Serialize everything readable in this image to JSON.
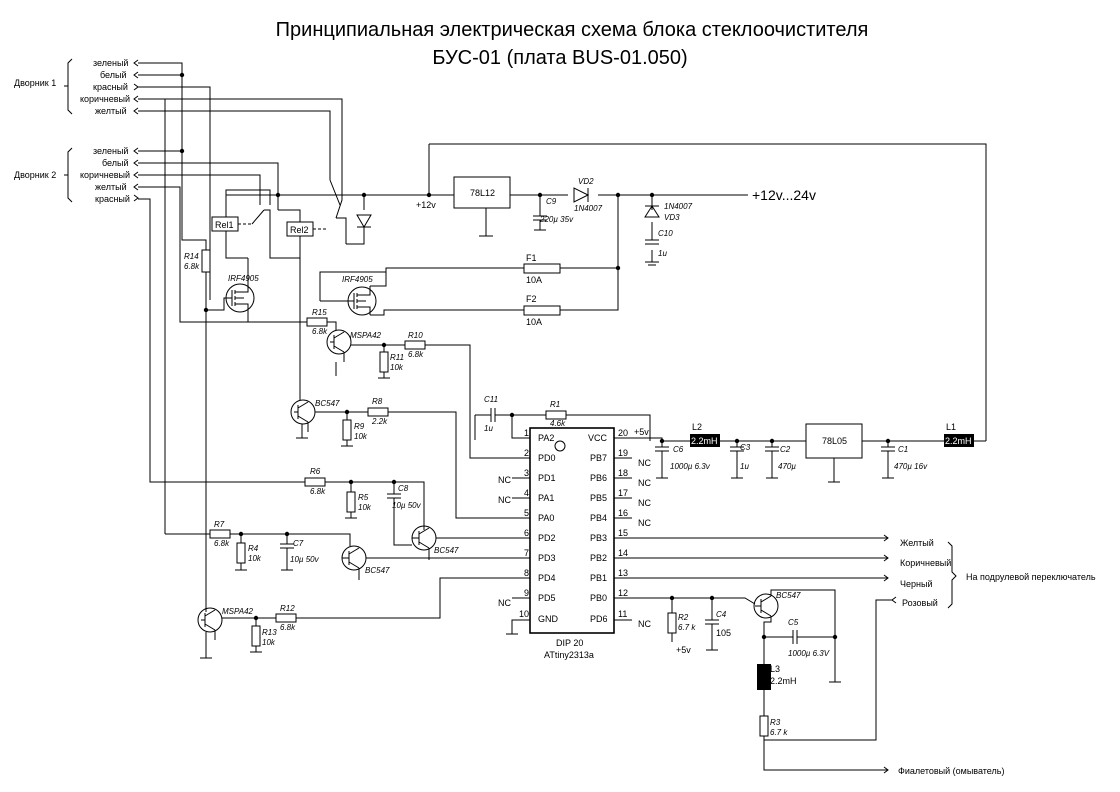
{
  "title": {
    "line1": "Принципиальная электрическая схема блока стеклоочистителя",
    "line2": "БУС-01 (плата BUS-01.050)"
  },
  "wiper1": {
    "label": "Дворник 1",
    "wires": [
      "зеленый",
      "белый",
      "красный",
      "коричневый",
      "желтый"
    ]
  },
  "wiper2": {
    "label": "Дворник 2",
    "wires": [
      "зеленый",
      "белый",
      "коричневый",
      "желтый",
      "красный"
    ]
  },
  "supply": {
    "main": "+12v...24v",
    "v12": "+12v",
    "v5": "+5v",
    "v5b": "+5v"
  },
  "components": {
    "reg12": "78L12",
    "reg5": "78L05",
    "c9": {
      "name": "C9",
      "value": "220µ 35v"
    },
    "vd2": {
      "name": "VD2",
      "value": "1N4007"
    },
    "vd3": {
      "name": "VD3",
      "value": "1N4007"
    },
    "c10": {
      "name": "C10",
      "value": "1u"
    },
    "rel1": "Rel1",
    "rel2": "Rel2",
    "r14": {
      "name": "R14",
      "value": "6.8k"
    },
    "q_irf1": "IRF4905",
    "q_irf2": "IRF4905",
    "f1": {
      "name": "F1",
      "value": "10A"
    },
    "f2": {
      "name": "F2",
      "value": "10A"
    },
    "r15": {
      "name": "R15",
      "value": "6.8k"
    },
    "q_mspa1": "MSPA42",
    "r10": {
      "name": "R10",
      "value": "6.8k"
    },
    "r11": {
      "name": "R11",
      "value": "10k"
    },
    "q_bc1": "BC547",
    "r8": {
      "name": "R8",
      "value": "2.2k"
    },
    "r9": {
      "name": "R9",
      "value": "10k"
    },
    "c11": {
      "name": "C11",
      "value": "1u"
    },
    "r1": {
      "name": "R1",
      "value": "4.6k"
    },
    "l2": {
      "name": "L2",
      "value": "2.2mH"
    },
    "c6": {
      "name": "C6",
      "value": "1000µ 6.3v"
    },
    "c3": {
      "name": "C3",
      "value": "1u"
    },
    "c2": {
      "name": "C2",
      "value": "470µ"
    },
    "c1": {
      "name": "C1",
      "value": "470µ 16v"
    },
    "l1": {
      "name": "L1",
      "value": "2.2mH"
    },
    "r6": {
      "name": "R6",
      "value": "6.8k"
    },
    "r5": {
      "name": "R5",
      "value": "10k"
    },
    "c8": {
      "name": "C8",
      "value": "10µ 50v"
    },
    "q_bc2": "BC547",
    "r7": {
      "name": "R7",
      "value": "6.8k"
    },
    "r4": {
      "name": "R4",
      "value": "10k"
    },
    "c7": {
      "name": "C7",
      "value": "10µ 50v"
    },
    "q_bc3": "BC547",
    "q_mspa2": "MSPA42",
    "r12": {
      "name": "R12",
      "value": "6.8k"
    },
    "r13": {
      "name": "R13",
      "value": "10k"
    },
    "r2": {
      "name": "R2",
      "value": "6.7 k"
    },
    "c4": {
      "name": "C4",
      "value": "105"
    },
    "q_bc4": "BC547",
    "c5": {
      "name": "C5",
      "value": "1000µ 6.3V"
    },
    "l3": {
      "name": "L3",
      "value": "2.2mH"
    },
    "r3": {
      "name": "R3",
      "value": "6.7 k"
    }
  },
  "mcu": {
    "package": "DIP 20",
    "name": "ATtiny2313a",
    "left_pins": [
      {
        "num": "1",
        "name": "PA2"
      },
      {
        "num": "2",
        "name": "PD0"
      },
      {
        "num": "3",
        "name": "PD1"
      },
      {
        "num": "4",
        "name": "PA1"
      },
      {
        "num": "5",
        "name": "PA0"
      },
      {
        "num": "6",
        "name": "PD2"
      },
      {
        "num": "7",
        "name": "PD3"
      },
      {
        "num": "8",
        "name": "PD4"
      },
      {
        "num": "9",
        "name": "PD5"
      },
      {
        "num": "10",
        "name": "GND"
      }
    ],
    "right_pins": [
      {
        "num": "20",
        "name": "VCC"
      },
      {
        "num": "19",
        "name": "PB7"
      },
      {
        "num": "18",
        "name": "PB6"
      },
      {
        "num": "17",
        "name": "PB5"
      },
      {
        "num": "16",
        "name": "PB4"
      },
      {
        "num": "15",
        "name": "PB3"
      },
      {
        "num": "14",
        "name": "PB2"
      },
      {
        "num": "13",
        "name": "PB1"
      },
      {
        "num": "12",
        "name": "PB0"
      },
      {
        "num": "11",
        "name": "PD6"
      }
    ],
    "nc": "NC"
  },
  "switch_outputs": {
    "label": "На подрулевой переключатель",
    "wires": [
      "Желтый",
      "Коричневый",
      "Черный",
      "Розовый"
    ]
  },
  "washer": "Фиалетовый (омыватель)"
}
